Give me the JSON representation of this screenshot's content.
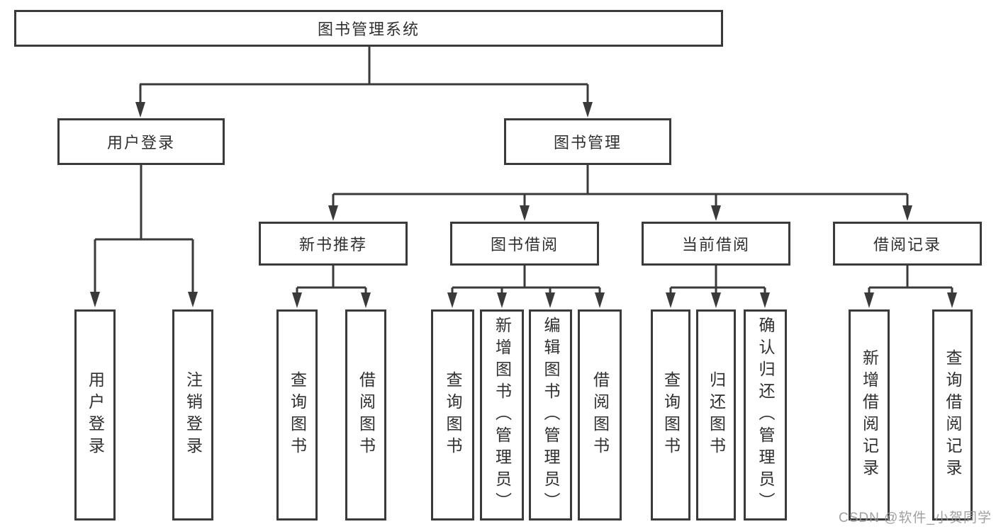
{
  "diagram": {
    "root": {
      "label": "图书管理系统"
    },
    "level2": [
      "用户登录",
      "图书管理"
    ],
    "level3": [
      "新书推荐",
      "图书借阅",
      "当前借阅",
      "借阅记录"
    ],
    "leaves": {
      "user_login": [
        "用户登录",
        "注销登录"
      ],
      "new_book_recommend": [
        "查询图书",
        "借阅图书"
      ],
      "book_borrow": [
        "查询图书",
        "新增图书（管理员）",
        "编辑图书（管理员）",
        "借阅图书"
      ],
      "current_borrow": [
        "查询图书",
        "归还图书",
        "确认归还（管理员）"
      ],
      "borrow_records": [
        "新增借阅记录",
        "查询借阅记录"
      ]
    }
  },
  "watermark": {
    "text": "CSDN @软件_小贺同学"
  },
  "colors": {
    "line": "#3a3a3a",
    "box_border": "#3a3a3a",
    "text": "#2f2f2f",
    "watermark": "#969696",
    "background": "#ffffff"
  }
}
